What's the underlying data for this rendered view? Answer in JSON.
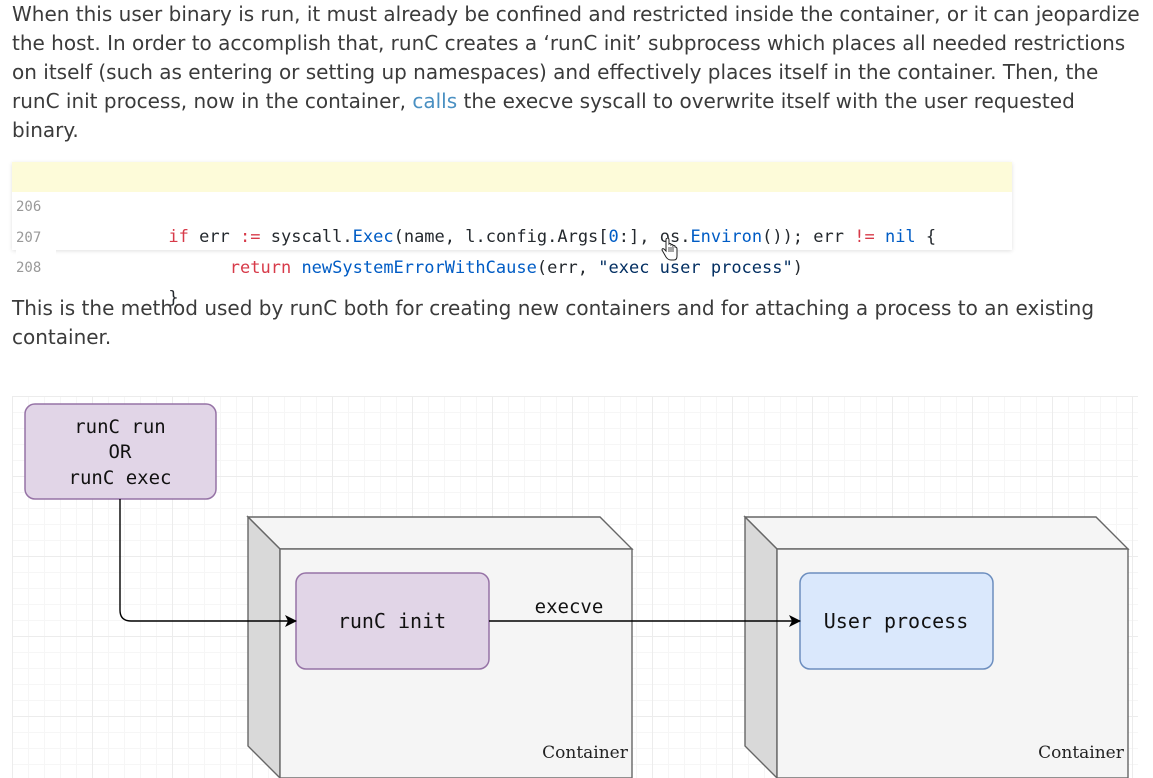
{
  "para1": {
    "before_link": "When this user binary is run, it must already be confined and restricted inside the container, or it can jeopardize the host. In order to accomplish that, runC creates a ‘runC init’ subprocess which places all needed restrictions on itself (such as entering or setting up namespaces) and effectively places itself in the container. Then, the runC init process, now in the container, ",
    "link": "calls",
    "after_link": " the execve syscall to overwrite itself with the user requested binary."
  },
  "code": {
    "lines": [
      {
        "number": "206",
        "indent": "          ",
        "tokens": [
          {
            "t": "if",
            "c": "kw"
          },
          {
            "t": " err ",
            "c": ""
          },
          {
            "t": ":=",
            "c": "kw"
          },
          {
            "t": " syscall.",
            "c": ""
          },
          {
            "t": "Exec",
            "c": "fn"
          },
          {
            "t": "(name, l.config.Args[",
            "c": ""
          },
          {
            "t": "0",
            "c": "num"
          },
          {
            "t": ":], os.",
            "c": ""
          },
          {
            "t": "Environ",
            "c": "fn"
          },
          {
            "t": "()); err ",
            "c": ""
          },
          {
            "t": "!=",
            "c": "kw"
          },
          {
            "t": " ",
            "c": ""
          },
          {
            "t": "nil",
            "c": "fn"
          },
          {
            "t": " {",
            "c": ""
          }
        ]
      },
      {
        "number": "207",
        "indent": "                ",
        "tokens": [
          {
            "t": "return",
            "c": "kw"
          },
          {
            "t": " ",
            "c": ""
          },
          {
            "t": "newSystemErrorWithCause",
            "c": "fn"
          },
          {
            "t": "(err, ",
            "c": ""
          },
          {
            "t": "\"exec user process\"",
            "c": "str"
          },
          {
            "t": ")",
            "c": ""
          }
        ]
      },
      {
        "number": "208",
        "indent": "          ",
        "tokens": [
          {
            "t": "}",
            "c": ""
          }
        ]
      }
    ]
  },
  "para2": {
    "text": "This is the method used by runC both for creating new containers and for attaching a process to an existing container."
  },
  "diagram": {
    "runc_cmd_lines": [
      "runC run",
      "OR",
      "runC exec"
    ],
    "runc_init": "runC init",
    "execve_label": "execve",
    "user_process": "User process",
    "container_label_1": "Container",
    "container_label_2": "Container",
    "colors": {
      "purple_fill": "#e1d5e7",
      "purple_stroke": "#9673a6",
      "blue_fill": "#dae8fc",
      "blue_stroke": "#6c8ebf",
      "cube_face": "#f5f5f5",
      "cube_side": "#d9d9d9",
      "cube_stroke": "#666666"
    }
  }
}
